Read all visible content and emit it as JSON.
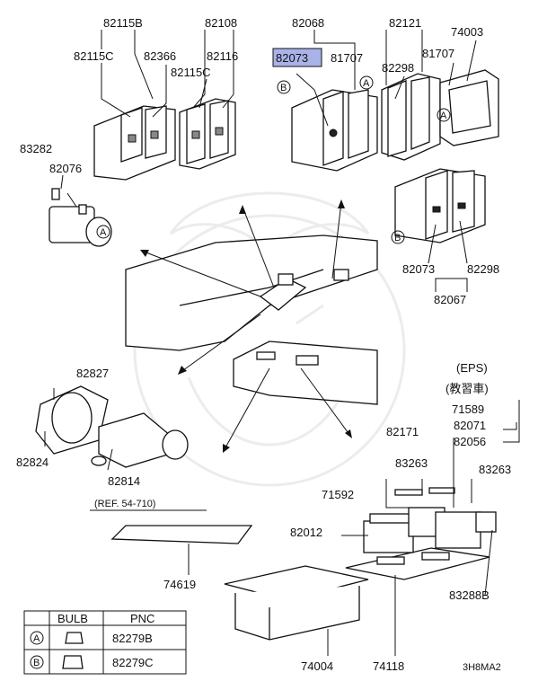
{
  "labels": {
    "p82115B": "82115B",
    "p82108": "82108",
    "p82068": "82068",
    "p82121": "82121",
    "p74003": "74003",
    "p82115C_a": "82115C",
    "p82366": "82366",
    "p82115C_b": "82115C",
    "p82116": "82116",
    "p82073_top": "82073",
    "p81707_a": "81707",
    "p82298_top": "82298",
    "p81707_b": "81707",
    "p83282": "83282",
    "p82076": "82076",
    "p82073_mid": "82073",
    "p82298_mid": "82298",
    "p82067": "82067",
    "p82827": "82827",
    "p82824": "82824",
    "p82814": "82814",
    "ref": "(REF. 54-710)",
    "eps": "(EPS)",
    "kyoshu": "(教習車)",
    "p71589": "71589",
    "p82071": "82071",
    "p82056": "82056",
    "p82171": "82171",
    "p83263_a": "83263",
    "p83263_b": "83263",
    "p71592": "71592",
    "p82012": "82012",
    "p74619": "74619",
    "p83288B": "83288B",
    "p74004": "74004",
    "p74118": "74118",
    "code": "3H8MA2"
  },
  "callouts": {
    "A": "A",
    "B": "B"
  },
  "table": {
    "headers": [
      "",
      "BULB",
      "PNC"
    ],
    "rows": [
      {
        "mark": "A",
        "pnc": "82279B"
      },
      {
        "mark": "B",
        "pnc": "82279C"
      }
    ]
  }
}
